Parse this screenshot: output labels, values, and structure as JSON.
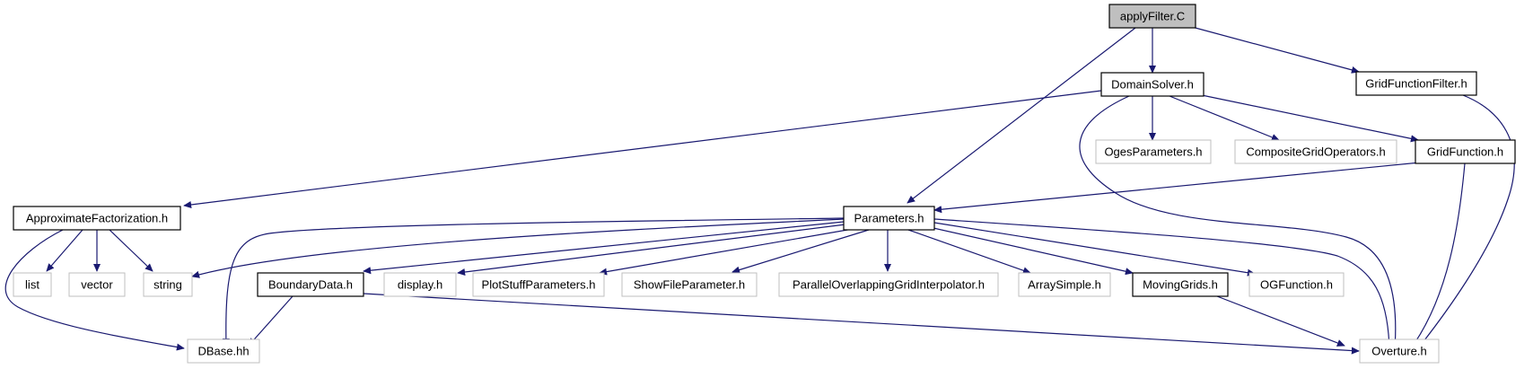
{
  "nodes": {
    "applyfilter": "applyFilter.C",
    "domainsolver": "DomainSolver.h",
    "gridfunctionfilter": "GridFunctionFilter.h",
    "ogesparameters": "OgesParameters.h",
    "compositegridoperators": "CompositeGridOperators.h",
    "gridfunction": "GridFunction.h",
    "approximatefactorization": "ApproximateFactorization.h",
    "parameters": "Parameters.h",
    "list": "list",
    "vector": "vector",
    "string": "string",
    "boundarydata": "BoundaryData.h",
    "display": "display.h",
    "plotstuffparameters": "PlotStuffParameters.h",
    "showfileparameter": "ShowFileParameter.h",
    "paralleloverlapping": "ParallelOverlappingGridInterpolator.h",
    "arraysimple": "ArraySimple.h",
    "movinggrids": "MovingGrids.h",
    "ogfunction": "OGFunction.h",
    "dbase": "DBase.hh",
    "overture": "Overture.h"
  },
  "colors": {
    "edge": "#191970",
    "root_fill": "#bfbfbf",
    "solid_border": "#000000",
    "grey_border": "#bfbfbf"
  }
}
